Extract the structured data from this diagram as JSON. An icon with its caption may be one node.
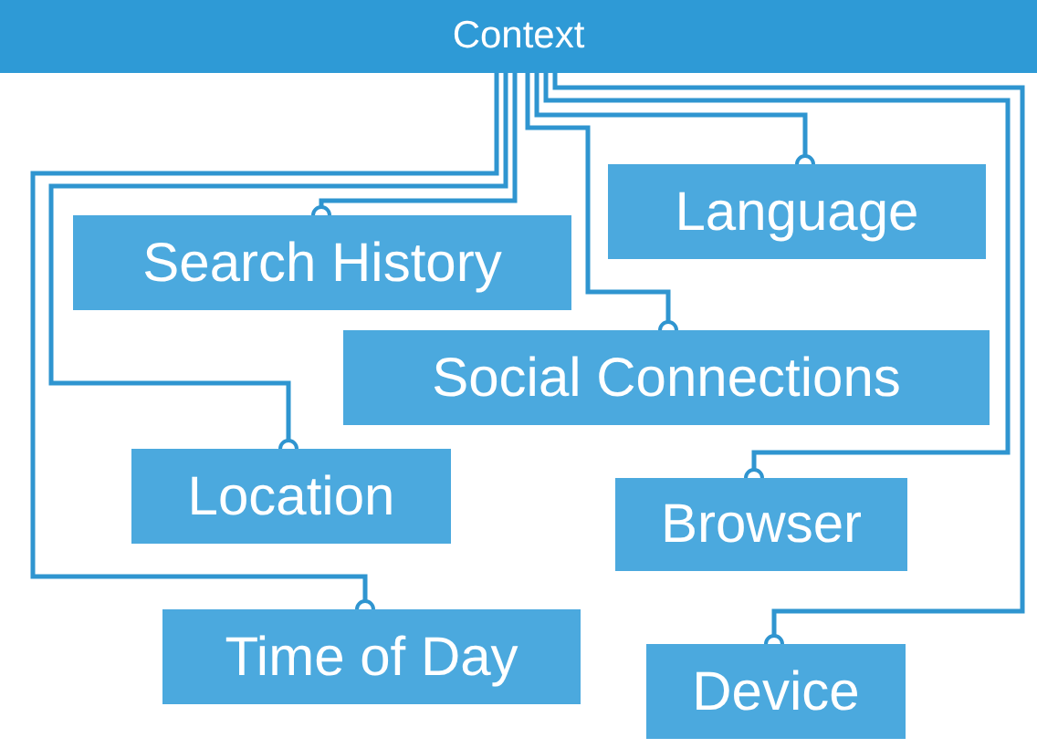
{
  "diagram": {
    "nodes": [
      {
        "text": [
          "Context"
        ]
      },
      {
        "text": [
          "Language"
        ]
      },
      {
        "text": [
          "Search History"
        ]
      },
      {
        "text": [
          "Social Connections"
        ]
      },
      {
        "text": [
          "Location"
        ]
      },
      {
        "text": [
          "Browser"
        ]
      },
      {
        "text": [
          "Time of Day"
        ]
      },
      {
        "text": [
          "Device"
        ]
      }
    ],
    "edges": [
      {
        "from": 0,
        "to": 1,
        "arrow": "other"
      },
      {
        "from": 0,
        "to": 2,
        "arrow": "other"
      },
      {
        "from": 0,
        "to": 3,
        "arrow": "other"
      },
      {
        "from": 0,
        "to": 4,
        "arrow": "other"
      },
      {
        "from": 0,
        "to": 5,
        "arrow": "other"
      },
      {
        "from": 0,
        "to": 6,
        "arrow": "other"
      },
      {
        "from": 0,
        "to": 7,
        "arrow": "other"
      }
    ]
  }
}
